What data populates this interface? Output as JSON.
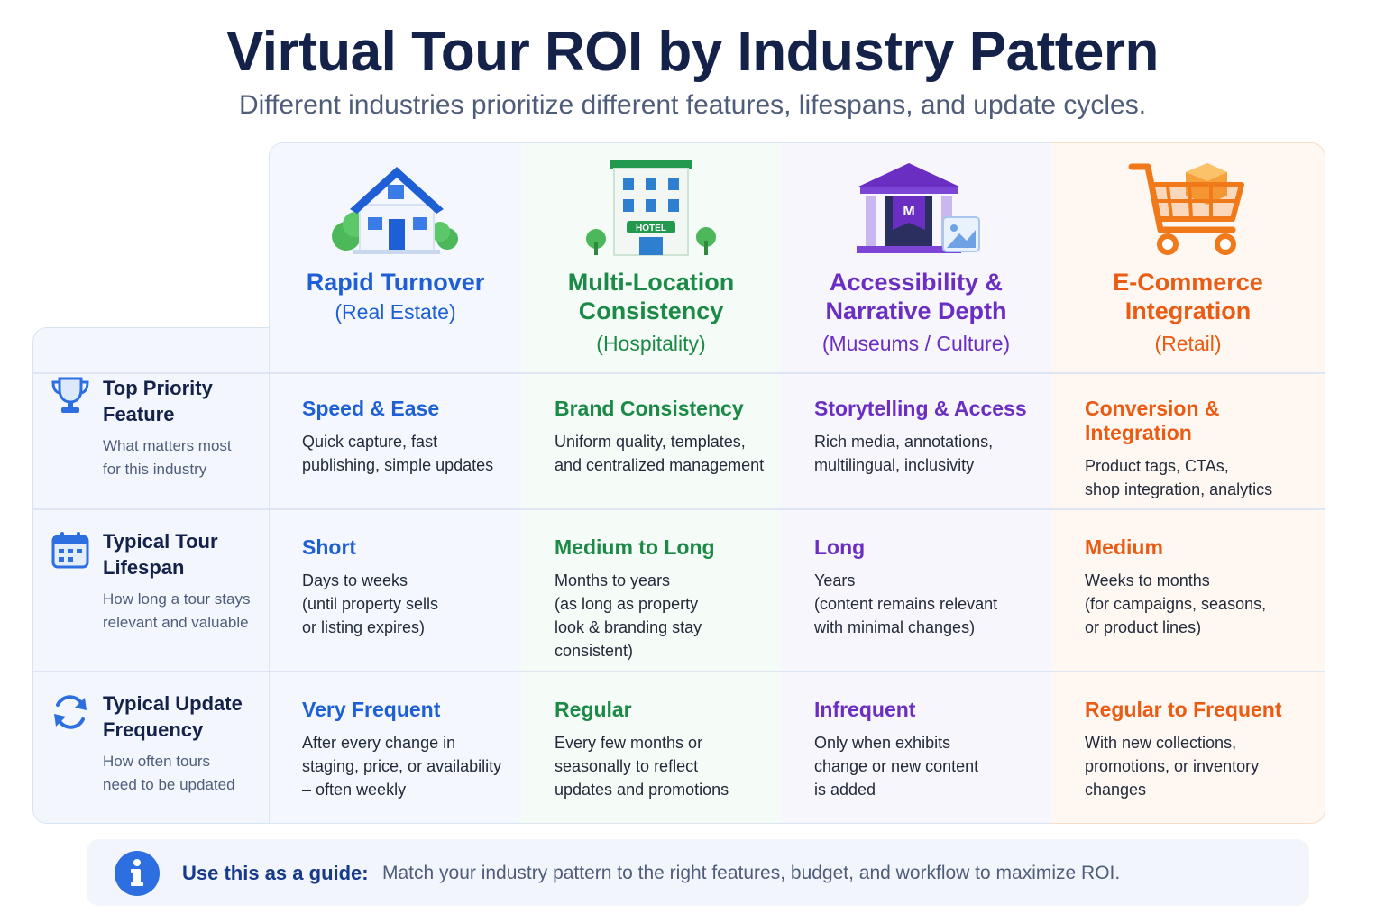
{
  "header": {
    "title": "Virtual Tour ROI by Industry Pattern",
    "subtitle": "Different industries prioritize different features, lifespans, and update cycles."
  },
  "columns": [
    {
      "title_line1": "Rapid Turnover",
      "title_line2": "",
      "industry": "(Real Estate)",
      "icon": "house-icon",
      "color": "#1e5fd6"
    },
    {
      "title_line1": "Multi-Location",
      "title_line2": "Consistency",
      "industry": "(Hospitality)",
      "icon": "hotel-icon",
      "color": "#1c8a47",
      "icon_label": "HOTEL"
    },
    {
      "title_line1": "Accessibility &",
      "title_line2": "Narrative Depth",
      "industry": "(Museums / Culture)",
      "icon": "museum-icon",
      "color": "#6a2fc2",
      "icon_label": "M"
    },
    {
      "title_line1": "E-Commerce",
      "title_line2": "Integration",
      "industry": "(Retail)",
      "icon": "shopping-cart-icon",
      "color": "#ea5b13"
    }
  ],
  "rows": [
    {
      "title_line1": "Top Priority",
      "title_line2": "Feature",
      "desc_line1": "What matters most",
      "desc_line2": "for this industry",
      "icon": "trophy-icon",
      "cells": [
        {
          "title": "Speed & Ease",
          "lines": [
            "Quick capture, fast",
            "publishing, simple updates"
          ]
        },
        {
          "title": "Brand Consistency",
          "lines": [
            "Uniform quality, templates,",
            "and centralized management"
          ]
        },
        {
          "title": "Storytelling & Access",
          "lines": [
            "Rich media, annotations,",
            "multilingual, inclusivity"
          ]
        },
        {
          "title": "Conversion & Integration",
          "lines": [
            "Product tags, CTAs,",
            "shop integration, analytics"
          ]
        }
      ]
    },
    {
      "title_line1": "Typical Tour",
      "title_line2": "Lifespan",
      "desc_line1": "How long a tour stays",
      "desc_line2": "relevant and valuable",
      "icon": "calendar-icon",
      "cells": [
        {
          "title": "Short",
          "lines": [
            "Days to weeks",
            "(until property sells",
            "or listing expires)"
          ]
        },
        {
          "title": "Medium to Long",
          "lines": [
            "Months to years",
            "(as long as property",
            "look & branding stay",
            "consistent)"
          ]
        },
        {
          "title": "Long",
          "lines": [
            "Years",
            "(content remains relevant",
            "with minimal changes)"
          ]
        },
        {
          "title": "Medium",
          "lines": [
            "Weeks to months",
            "(for campaigns, seasons,",
            "or product lines)"
          ]
        }
      ]
    },
    {
      "title_line1": "Typical Update",
      "title_line2": "Frequency",
      "desc_line1": "How often tours",
      "desc_line2": "need to be updated",
      "icon": "refresh-icon",
      "cells": [
        {
          "title": "Very Frequent",
          "lines": [
            "After every change in",
            "staging, price, or availability",
            "– often weekly"
          ]
        },
        {
          "title": "Regular",
          "lines": [
            "Every few months or",
            "seasonally to reflect",
            "updates and promotions"
          ]
        },
        {
          "title": "Infrequent",
          "lines": [
            "Only when exhibits",
            "change or new content",
            "is added"
          ]
        },
        {
          "title": "Regular to Frequent",
          "lines": [
            "With new collections,",
            "promotions, or inventory",
            "changes"
          ]
        }
      ]
    }
  ],
  "footer": {
    "label": "Use this as a guide:",
    "text": "Match your industry pattern to the right features, budget, and workflow to maximize ROI.",
    "icon": "info-icon"
  }
}
